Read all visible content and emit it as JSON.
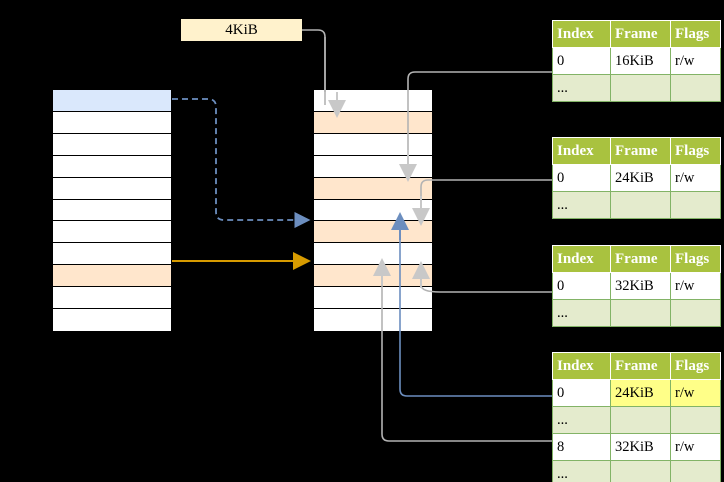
{
  "diagram": {
    "title_label": "4KiB",
    "colors": {
      "accent_blue": "#6c8ebf",
      "accent_orange": "#d79b00",
      "fill_blue": "#dae8fc",
      "fill_peach": "#ffe6cc",
      "fill_cream": "#fff2cc",
      "table_header": "#a9c23f",
      "table_alt": "#e4ebcd",
      "highlight_yellow": "#ffff88",
      "wire_gray": "#b3b3b3"
    }
  },
  "virtual_column": {
    "name": "virtual-address-space",
    "row_count": 11,
    "rows": [
      {
        "fill": "blue",
        "label": ""
      },
      {
        "fill": "none",
        "label": ""
      },
      {
        "fill": "none",
        "label": ""
      },
      {
        "fill": "none",
        "label": ""
      },
      {
        "fill": "none",
        "label": ""
      },
      {
        "fill": "none",
        "label": ""
      },
      {
        "fill": "none",
        "label": ""
      },
      {
        "fill": "none",
        "label": ""
      },
      {
        "fill": "peach",
        "label": ""
      },
      {
        "fill": "none",
        "label": ""
      },
      {
        "fill": "none",
        "label": ""
      }
    ]
  },
  "physical_column": {
    "name": "physical-memory",
    "row_count": 11,
    "rows": [
      {
        "fill": "none",
        "label": ""
      },
      {
        "fill": "peach",
        "label": ""
      },
      {
        "fill": "none",
        "label": ""
      },
      {
        "fill": "none",
        "label": ""
      },
      {
        "fill": "peach",
        "label": ""
      },
      {
        "fill": "none",
        "label": ""
      },
      {
        "fill": "peach",
        "label": ""
      },
      {
        "fill": "none",
        "label": ""
      },
      {
        "fill": "peach",
        "label": ""
      },
      {
        "fill": "none",
        "label": ""
      },
      {
        "fill": "none",
        "label": ""
      }
    ]
  },
  "page_tables": [
    {
      "name": "page-table-level-1",
      "headers": [
        "Index",
        "Frame",
        "Flags"
      ],
      "rows": [
        {
          "cells": [
            "0",
            "16KiB",
            "r/w"
          ],
          "style": [
            "v",
            "v",
            "v"
          ]
        },
        {
          "cells": [
            "...",
            "",
            ""
          ],
          "style": [
            "e",
            "e",
            "e"
          ]
        }
      ]
    },
    {
      "name": "page-table-level-2",
      "headers": [
        "Index",
        "Frame",
        "Flags"
      ],
      "rows": [
        {
          "cells": [
            "0",
            "24KiB",
            "r/w"
          ],
          "style": [
            "v",
            "v",
            "v"
          ]
        },
        {
          "cells": [
            "...",
            "",
            ""
          ],
          "style": [
            "e",
            "e",
            "e"
          ]
        }
      ]
    },
    {
      "name": "page-table-level-3",
      "headers": [
        "Index",
        "Frame",
        "Flags"
      ],
      "rows": [
        {
          "cells": [
            "0",
            "32KiB",
            "r/w"
          ],
          "style": [
            "v",
            "v",
            "v"
          ]
        },
        {
          "cells": [
            "...",
            "",
            ""
          ],
          "style": [
            "e",
            "e",
            "e"
          ]
        }
      ]
    },
    {
      "name": "page-table-level-4",
      "headers": [
        "Index",
        "Frame",
        "Flags"
      ],
      "rows": [
        {
          "cells": [
            "0",
            "24KiB",
            "r/w"
          ],
          "style": [
            "v",
            "hl",
            "hl"
          ]
        },
        {
          "cells": [
            "...",
            "",
            ""
          ],
          "style": [
            "e",
            "e",
            "e"
          ]
        },
        {
          "cells": [
            "8",
            "32KiB",
            "r/w"
          ],
          "style": [
            "v",
            "v",
            "v"
          ]
        },
        {
          "cells": [
            "...",
            "",
            ""
          ],
          "style": [
            "e",
            "e",
            "e"
          ]
        }
      ]
    }
  ]
}
